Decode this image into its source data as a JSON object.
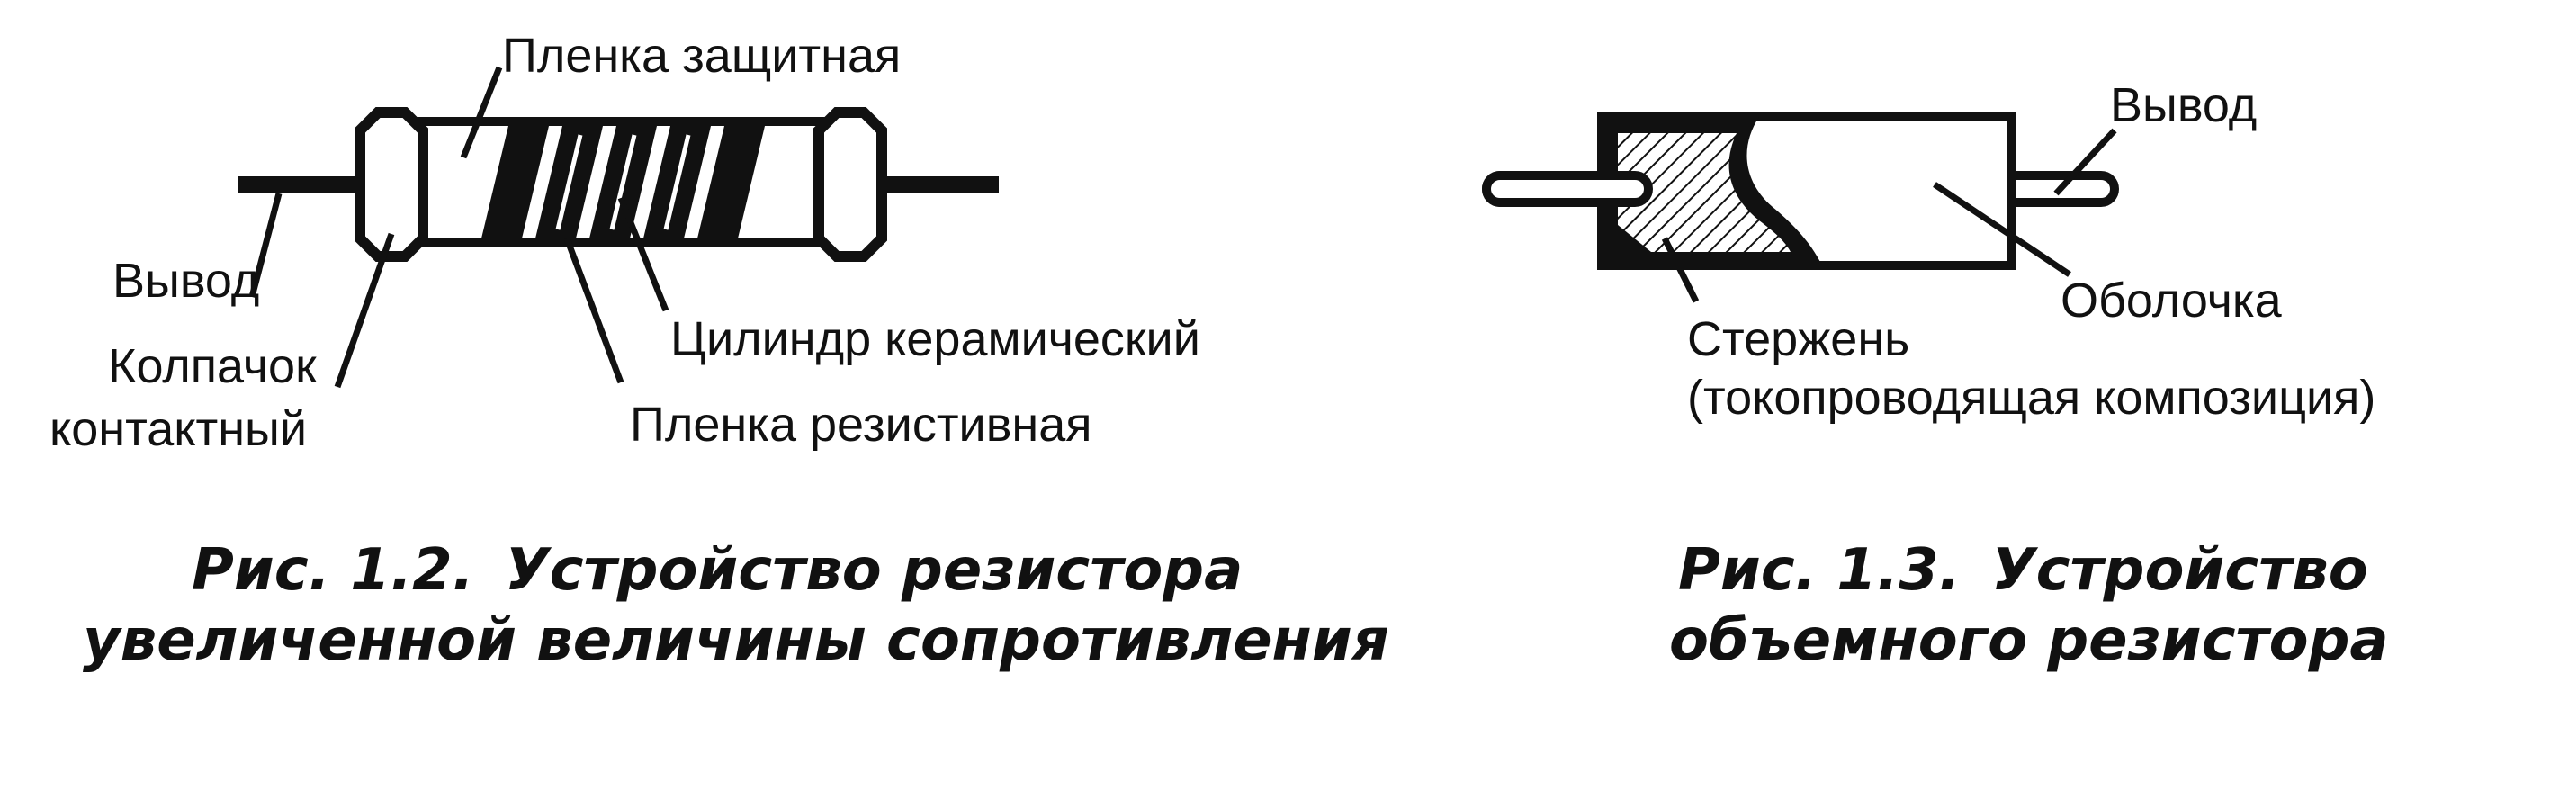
{
  "figure_left": {
    "labels": {
      "protective_film": "Пленка защитная",
      "lead": "Вывод",
      "contact_cap_line1": "Колпачок",
      "contact_cap_line2": "контактный",
      "ceramic_cylinder": "Цилиндр керамический",
      "resistive_film": "Пленка резистивная"
    },
    "caption": {
      "number": "Рис. 1.2.",
      "line1": "Устройство резистора",
      "line2": "увеличенной величины сопротивления"
    }
  },
  "figure_right": {
    "labels": {
      "lead": "Вывод",
      "shell": "Оболочка",
      "rod_line1": "Стержень",
      "rod_line2": "(токопроводящая композиция)"
    },
    "caption": {
      "number": "Рис. 1.3.",
      "line1": "Устройство",
      "line2": "объемного резистора"
    }
  }
}
